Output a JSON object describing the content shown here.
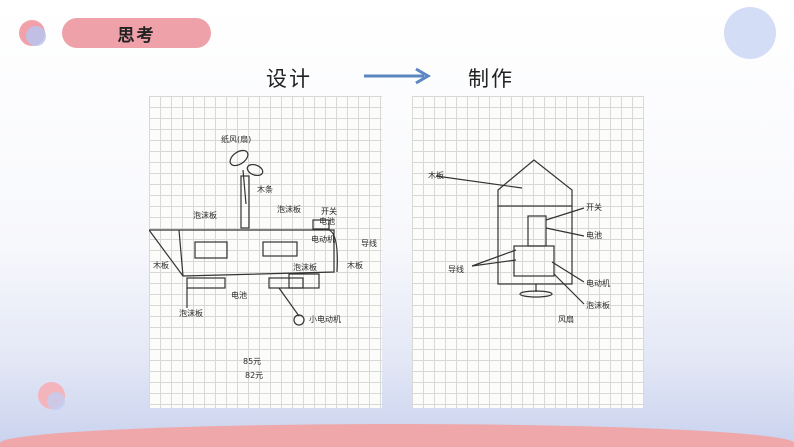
{
  "slide": {
    "title": "思考",
    "flow": {
      "from": "设计",
      "to": "制作"
    },
    "colors": {
      "accent_pink": "#eea1a9",
      "arrow_blue": "#5b86c2",
      "deco_blue": "#d3ddf6"
    }
  },
  "design_sketch": {
    "labels": {
      "paper_propeller": "纸风(扇)",
      "wood_strip": "木条",
      "foam_board_left": "泡沫板",
      "foam_board_right": "泡沫板",
      "switch": "开关",
      "battery": "电池",
      "wire": "导线",
      "motor": "电动机",
      "wood_board": "木板",
      "foam_board_mid": "泡沫板",
      "foam_board_bottom": "泡沫板",
      "small_motor": "小电动机",
      "battery_low": "电池",
      "left_note": "木板",
      "cost_top": "85元",
      "cost_bottom": "82元"
    }
  },
  "make_sketch": {
    "labels": {
      "wood_board": "木板",
      "switch": "开关",
      "battery": "电池",
      "wire": "导线",
      "motor": "电动机",
      "fan": "风扇",
      "foam_board": "泡沫板"
    }
  }
}
